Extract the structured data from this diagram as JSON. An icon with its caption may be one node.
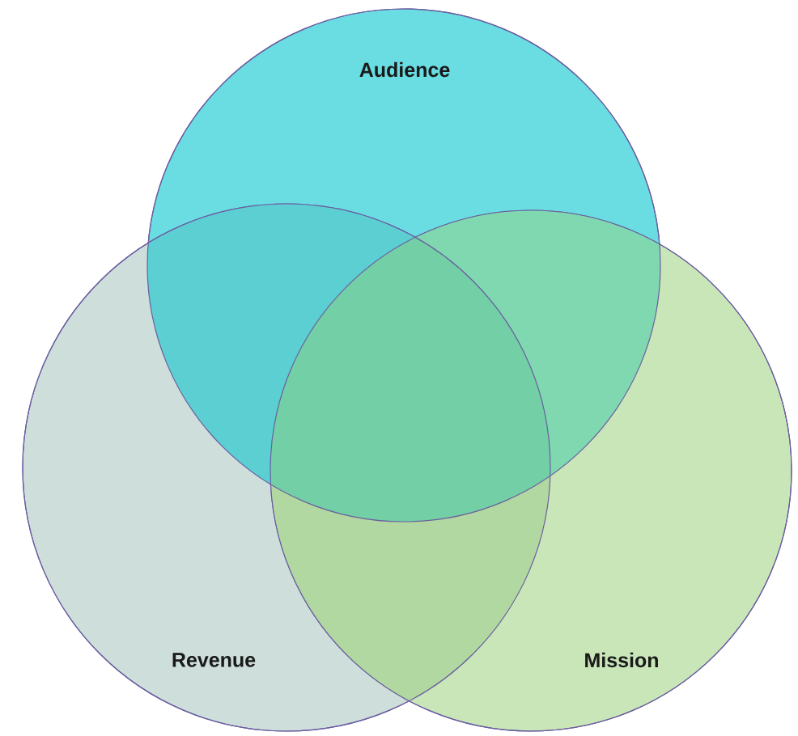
{
  "diagram": {
    "nodes": [
      {
        "text": [
          "Audience"
        ]
      },
      {
        "text": [
          "Revenue"
        ]
      },
      {
        "text": [
          "Mission"
        ]
      }
    ]
  }
}
